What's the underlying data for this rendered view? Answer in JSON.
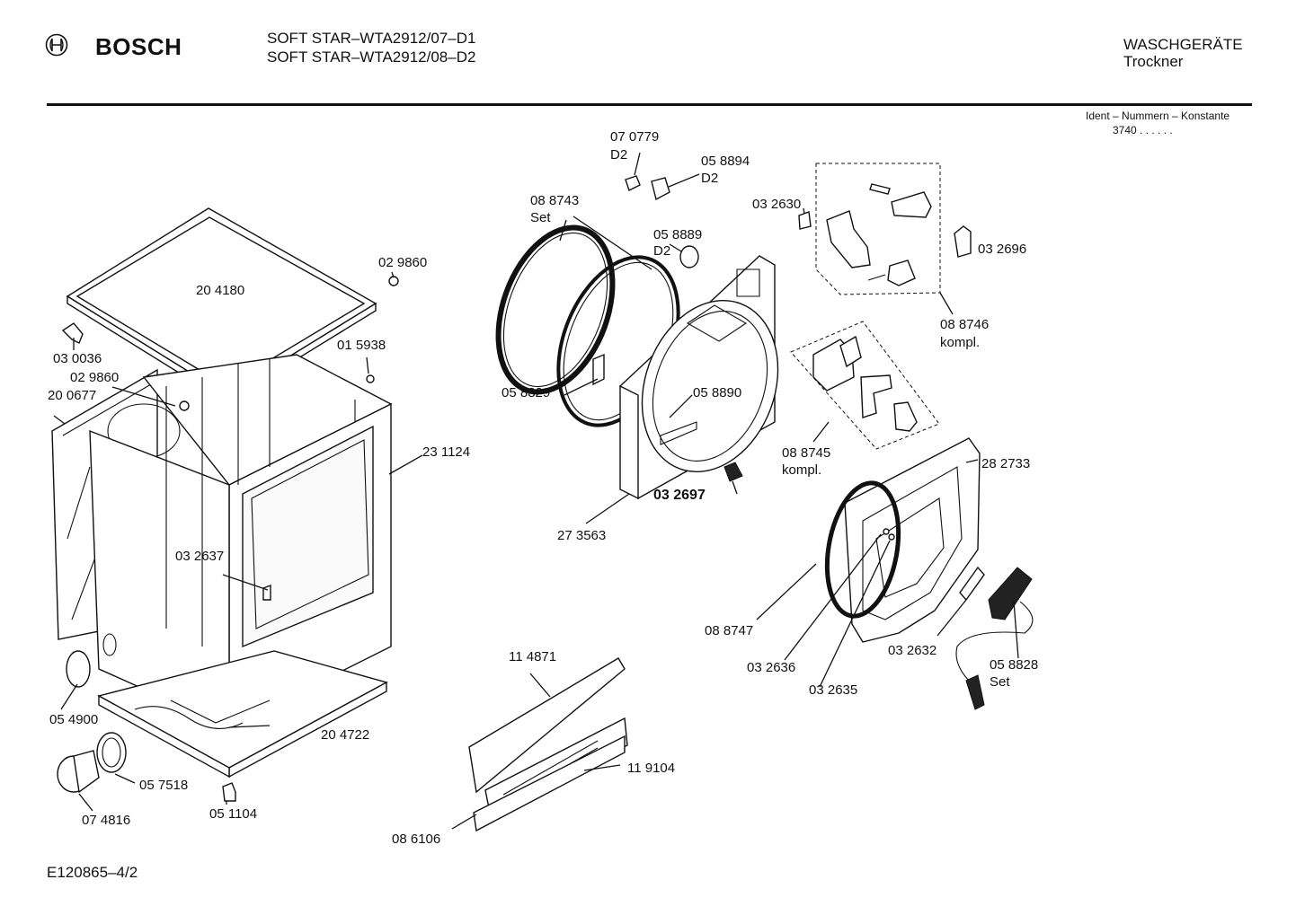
{
  "header": {
    "brand": "BOSCH",
    "model_line_1": "SOFT STAR–WTA2912/07–D1",
    "model_line_2": "SOFT STAR–WTA2912/08–D2",
    "category": "WASCHGERÄTE",
    "subcategory": "Trockner",
    "ident_label": "Ident – Nummern – Konstante",
    "ident_value": "3740 . .  . . . ."
  },
  "parts": {
    "p204180": "20 4180",
    "p029860a": "02 9860",
    "p030036": "03 0036",
    "p029860b": "02 9860",
    "p200677": "20 0677",
    "p015938": "01 5938",
    "p231124": "23 1124",
    "p032637": "03 2637",
    "p054900": "05 4900",
    "p204722": "20 4722",
    "p057518": "05 7518",
    "p074816": "07 4816",
    "p051104": "05 1104",
    "p070779": "07 0779",
    "p070779_var": "D2",
    "p058894": "05 8894",
    "p058894_var": "D2",
    "p088743": "08 8743",
    "p088743_note": "Set",
    "p058889": "05 8889",
    "p058889_var": "D2",
    "p058890": "05 8890",
    "p058829": "05 8829",
    "p032697": "03 2697",
    "p273563": "27 3563",
    "p032630": "03 2630",
    "p032696": "03 2696",
    "p088746": "08 8746",
    "p088746_note": "kompl.",
    "p088745": "08 8745",
    "p088745_note": "kompl.",
    "p282733": "28 2733",
    "p088747": "08 8747",
    "p032636": "03 2636",
    "p032635": "03 2635",
    "p032632": "03 2632",
    "p058828": "05 8828",
    "p058828_note": "Set",
    "p114871": "11 4871",
    "p119104": "11 9104",
    "p086106": "08 6106"
  },
  "footer": {
    "drawing_number": "E120865–4/2"
  }
}
